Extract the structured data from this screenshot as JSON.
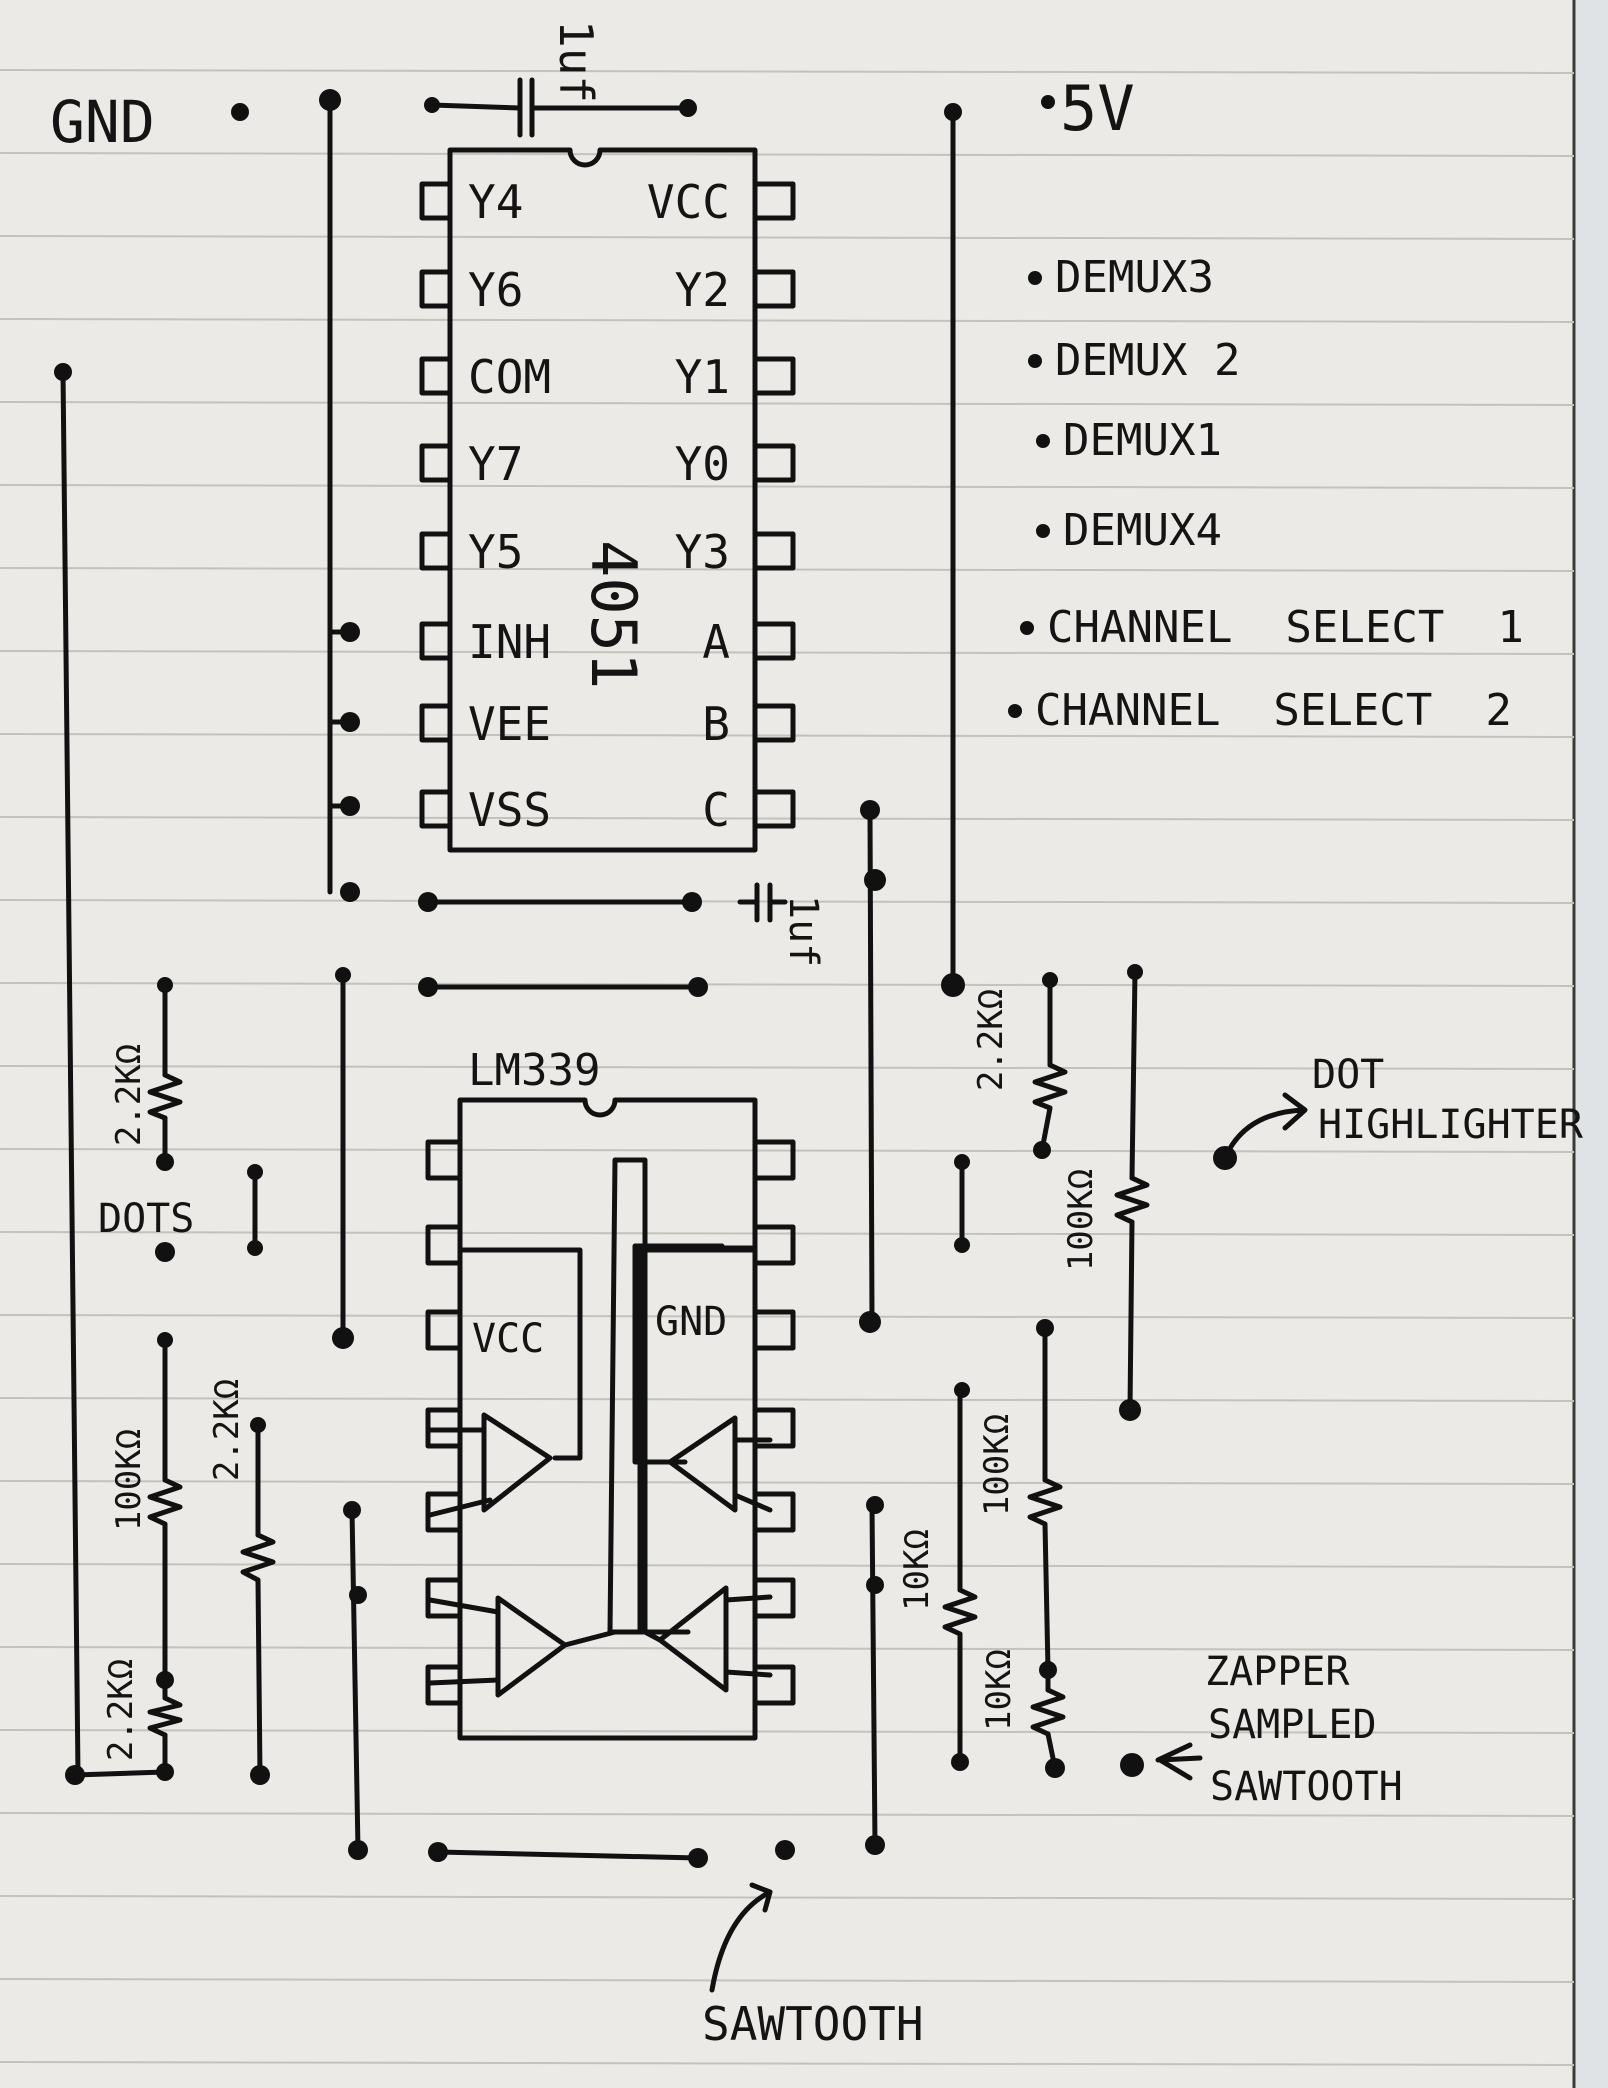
{
  "labels": {
    "gnd": "GND",
    "vplus": "5V",
    "cap_top": "1uf",
    "cap_mid": "1uf",
    "chip1_name": "4051",
    "chip2_name": "LM339",
    "chip2_vcc": "VCC",
    "chip2_gnd": "GND",
    "dots": "DOTS",
    "dot_highlighter_1": "DOT",
    "dot_highlighter_2": "HIGHLIGHTER",
    "zapper_1": "ZAPPER",
    "zapper_2": "SAMPLED",
    "zapper_3": "SAWTOOTH",
    "sawtooth": "SAWTOOTH"
  },
  "chip1_left_pins": [
    "Y4",
    "Y6",
    "COM",
    "Y7",
    "Y5",
    "INH",
    "VEE",
    "VSS"
  ],
  "chip1_right_pins": [
    "VCC",
    "Y2",
    "Y1",
    "Y0",
    "Y3",
    "A",
    "B",
    "C"
  ],
  "side_labels": [
    "DEMUX3",
    "DEMUX 2",
    "DEMUX1",
    "DEMUX4",
    "CHANNEL  SELECT  1",
    "CHANNEL  SELECT  2"
  ],
  "resistors": {
    "r_left_top": "2.2KΩ",
    "r_left_100k": "100KΩ",
    "r_left_mid22": "2.2KΩ",
    "r_left_bot22": "2.2KΩ",
    "r_right_22": "2.2KΩ",
    "r_right_100k_a": "100KΩ",
    "r_right_100k_b": "100KΩ",
    "r_right_10k_a": "10KΩ",
    "r_right_10k_b": "10KΩ"
  }
}
